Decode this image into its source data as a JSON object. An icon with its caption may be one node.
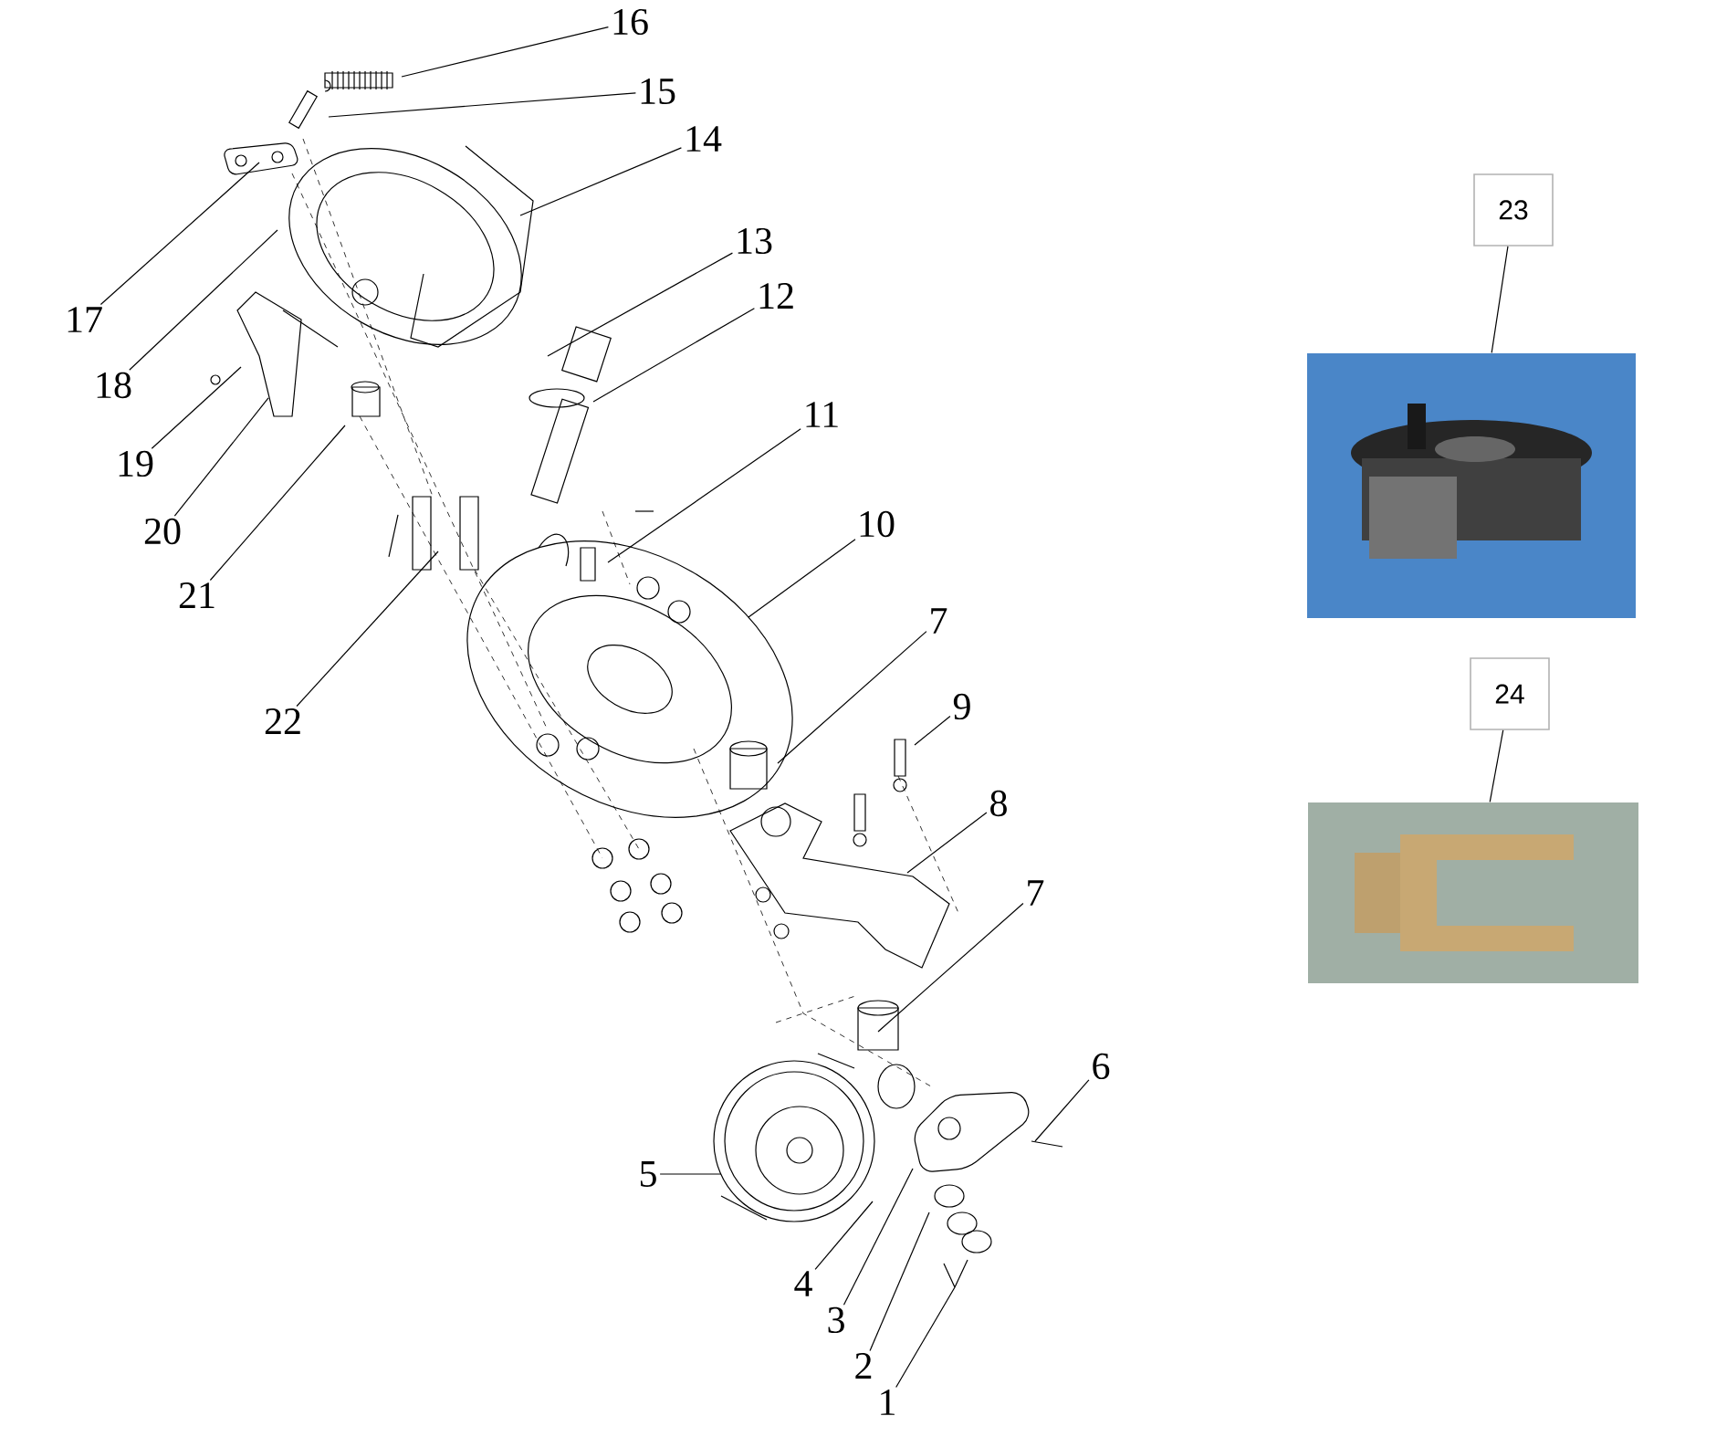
{
  "diagram": {
    "nodes": [
      {
        "text": [
          "16"
        ]
      },
      {
        "text": [
          "15"
        ]
      },
      {
        "text": [
          "14"
        ]
      },
      {
        "text": [
          "13"
        ]
      },
      {
        "text": [
          "17"
        ]
      },
      {
        "text": [
          "12"
        ]
      },
      {
        "text": [
          "18"
        ]
      },
      {
        "text": [
          "19"
        ]
      },
      {
        "text": [
          "11"
        ]
      },
      {
        "text": [
          "20"
        ]
      },
      {
        "text": [
          "10"
        ]
      },
      {
        "text": [
          "21"
        ]
      },
      {
        "text": [
          "7"
        ]
      },
      {
        "text": [
          "9"
        ]
      },
      {
        "text": [
          "22"
        ]
      },
      {
        "text": [
          "8"
        ]
      },
      {
        "text": [
          "7"
        ]
      },
      {
        "text": [
          "6"
        ]
      },
      {
        "text": [
          "5"
        ]
      },
      {
        "text": [
          "4"
        ]
      },
      {
        "text": [
          "3"
        ]
      },
      {
        "text": [
          "2"
        ]
      },
      {
        "text": [
          "1"
        ]
      },
      {
        "text": [
          "23"
        ]
      },
      {
        "text": [],
        "shape": "picture"
      },
      {
        "text": [
          "24"
        ]
      },
      {
        "text": [],
        "shape": "picture"
      }
    ],
    "edges": [
      {
        "from": 0,
        "to": null,
        "arrow": "none"
      },
      {
        "from": 1,
        "to": null,
        "arrow": "none"
      },
      {
        "from": 2,
        "to": null,
        "arrow": "none"
      },
      {
        "from": 3,
        "to": null,
        "arrow": "none"
      },
      {
        "from": 4,
        "to": null,
        "arrow": "none"
      },
      {
        "from": 5,
        "to": null,
        "arrow": "none"
      },
      {
        "from": 6,
        "to": null,
        "arrow": "none"
      },
      {
        "from": 7,
        "to": null,
        "arrow": "none"
      },
      {
        "from": 8,
        "to": null,
        "arrow": "none"
      },
      {
        "from": 9,
        "to": null,
        "arrow": "none"
      },
      {
        "from": 10,
        "to": null,
        "arrow": "none"
      },
      {
        "from": 11,
        "to": null,
        "arrow": "none"
      },
      {
        "from": 12,
        "to": null,
        "arrow": "none"
      },
      {
        "from": 13,
        "to": null,
        "arrow": "none"
      },
      {
        "from": 14,
        "to": null,
        "arrow": "none"
      },
      {
        "from": 15,
        "to": null,
        "arrow": "none"
      },
      {
        "from": 16,
        "to": null,
        "arrow": "none"
      },
      {
        "from": 17,
        "to": null,
        "arrow": "none"
      },
      {
        "from": 18,
        "to": null,
        "arrow": "none"
      },
      {
        "from": 19,
        "to": null,
        "arrow": "none"
      },
      {
        "from": 20,
        "to": null,
        "arrow": "none"
      },
      {
        "from": 21,
        "to": null,
        "arrow": "none"
      },
      {
        "from": 22,
        "to": null,
        "arrow": "none"
      },
      {
        "from": 23,
        "to": 24,
        "arrow": "none"
      },
      {
        "from": 25,
        "to": 26,
        "arrow": "none"
      }
    ]
  }
}
